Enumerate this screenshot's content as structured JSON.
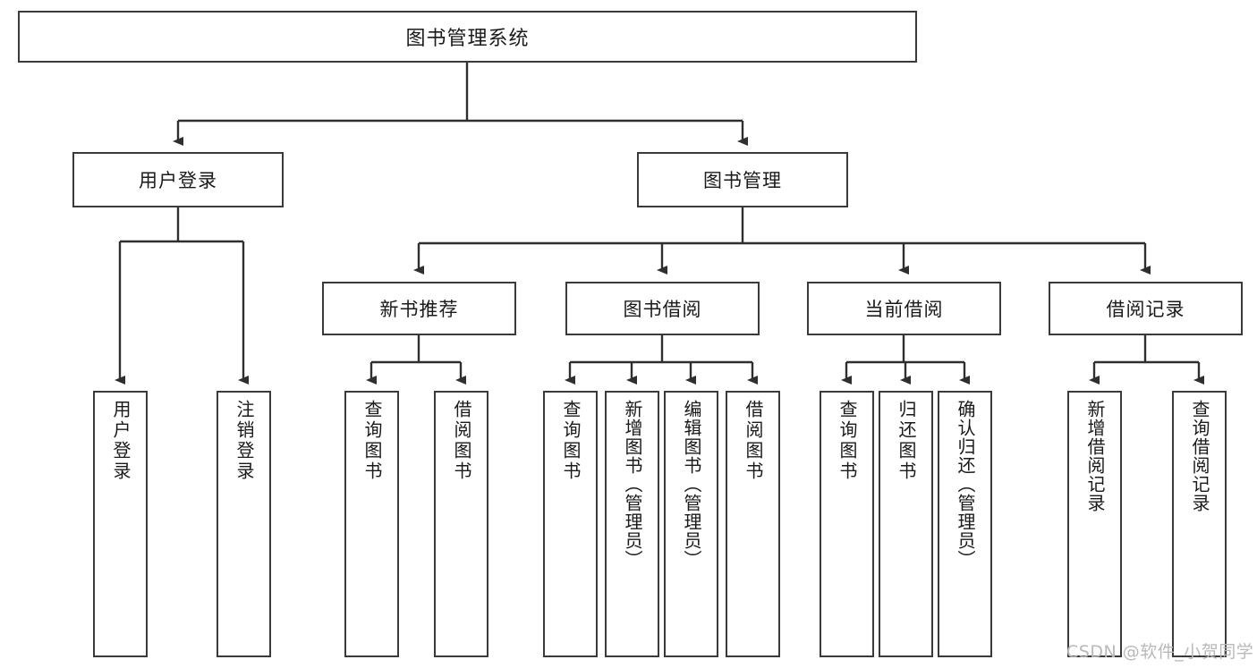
{
  "diagram": {
    "title": "图书管理系统",
    "type": "hierarchy-tree",
    "colors": {
      "box_border": "#3a3a3a",
      "box_fill": "#ffffff",
      "connector": "#2f2f2f",
      "text": "#1a1a1a",
      "watermark": "#b9b9b9",
      "background": "#ffffff"
    },
    "root": {
      "label": "图书管理系统"
    },
    "level2": [
      {
        "label": "用户登录"
      },
      {
        "label": "图书管理"
      }
    ],
    "level3": [
      {
        "label": "新书推荐"
      },
      {
        "label": "图书借阅"
      },
      {
        "label": "当前借阅"
      },
      {
        "label": "借阅记录"
      }
    ],
    "leaves": {
      "user_login": [
        {
          "label": "用户登录"
        },
        {
          "label": "注销登录"
        }
      ],
      "new_book_recommend": [
        {
          "label": "查询图书"
        },
        {
          "label": "借阅图书"
        }
      ],
      "book_borrow": [
        {
          "label": "查询图书"
        },
        {
          "label": "新增图书（管理员）"
        },
        {
          "label": "编辑图书（管理员）"
        },
        {
          "label": "借阅图书"
        }
      ],
      "current_borrow": [
        {
          "label": "查询图书"
        },
        {
          "label": "归还图书"
        },
        {
          "label": "确认归还（管理员）"
        }
      ],
      "borrow_record": [
        {
          "label": "新增借阅记录"
        },
        {
          "label": "查询借阅记录"
        }
      ]
    }
  },
  "watermark": {
    "text": "CSDN @软件_小贺同学"
  }
}
